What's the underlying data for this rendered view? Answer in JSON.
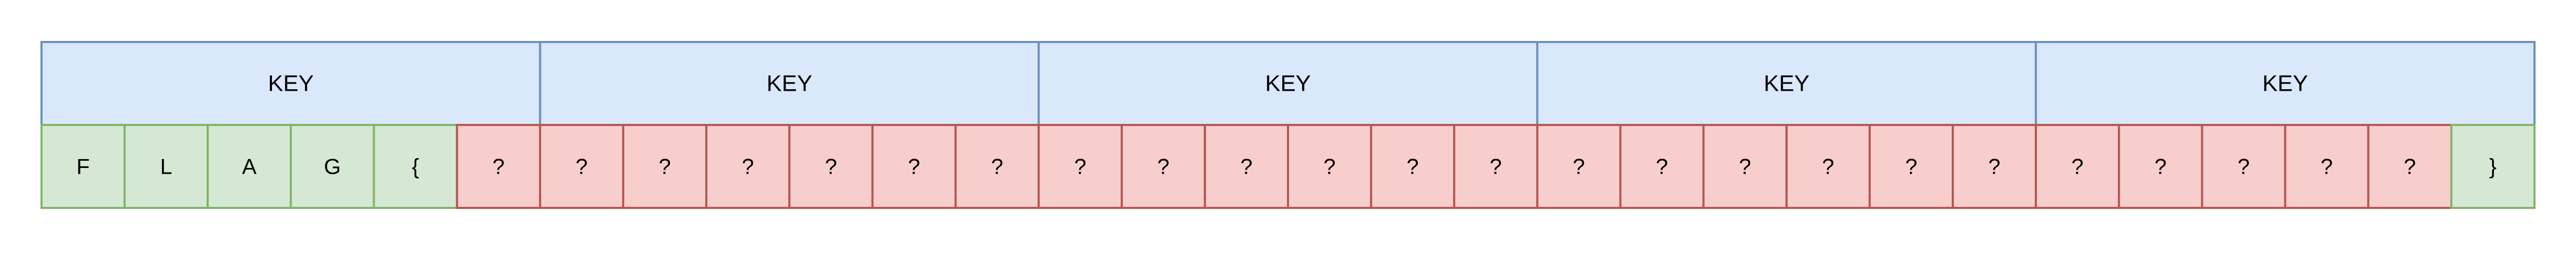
{
  "colors": {
    "key_fill": "#dae8fc",
    "key_stroke": "#6c8ebf",
    "known_fill": "#d5e8d4",
    "known_stroke": "#82b366",
    "unknown_fill": "#f8cecc",
    "unknown_stroke": "#b85450",
    "text": "#000000"
  },
  "key_blocks": [
    "KEY",
    "KEY",
    "KEY",
    "KEY",
    "KEY"
  ],
  "cells": [
    {
      "label": "F",
      "state": "known"
    },
    {
      "label": "L",
      "state": "known"
    },
    {
      "label": "A",
      "state": "known"
    },
    {
      "label": "G",
      "state": "known"
    },
    {
      "label": "{",
      "state": "known"
    },
    {
      "label": "?",
      "state": "unknown"
    },
    {
      "label": "?",
      "state": "unknown"
    },
    {
      "label": "?",
      "state": "unknown"
    },
    {
      "label": "?",
      "state": "unknown"
    },
    {
      "label": "?",
      "state": "unknown"
    },
    {
      "label": "?",
      "state": "unknown"
    },
    {
      "label": "?",
      "state": "unknown"
    },
    {
      "label": "?",
      "state": "unknown"
    },
    {
      "label": "?",
      "state": "unknown"
    },
    {
      "label": "?",
      "state": "unknown"
    },
    {
      "label": "?",
      "state": "unknown"
    },
    {
      "label": "?",
      "state": "unknown"
    },
    {
      "label": "?",
      "state": "unknown"
    },
    {
      "label": "?",
      "state": "unknown"
    },
    {
      "label": "?",
      "state": "unknown"
    },
    {
      "label": "?",
      "state": "unknown"
    },
    {
      "label": "?",
      "state": "unknown"
    },
    {
      "label": "?",
      "state": "unknown"
    },
    {
      "label": "?",
      "state": "unknown"
    },
    {
      "label": "?",
      "state": "unknown"
    },
    {
      "label": "?",
      "state": "unknown"
    },
    {
      "label": "?",
      "state": "unknown"
    },
    {
      "label": "?",
      "state": "unknown"
    },
    {
      "label": "?",
      "state": "unknown"
    },
    {
      "label": "}",
      "state": "known"
    }
  ]
}
